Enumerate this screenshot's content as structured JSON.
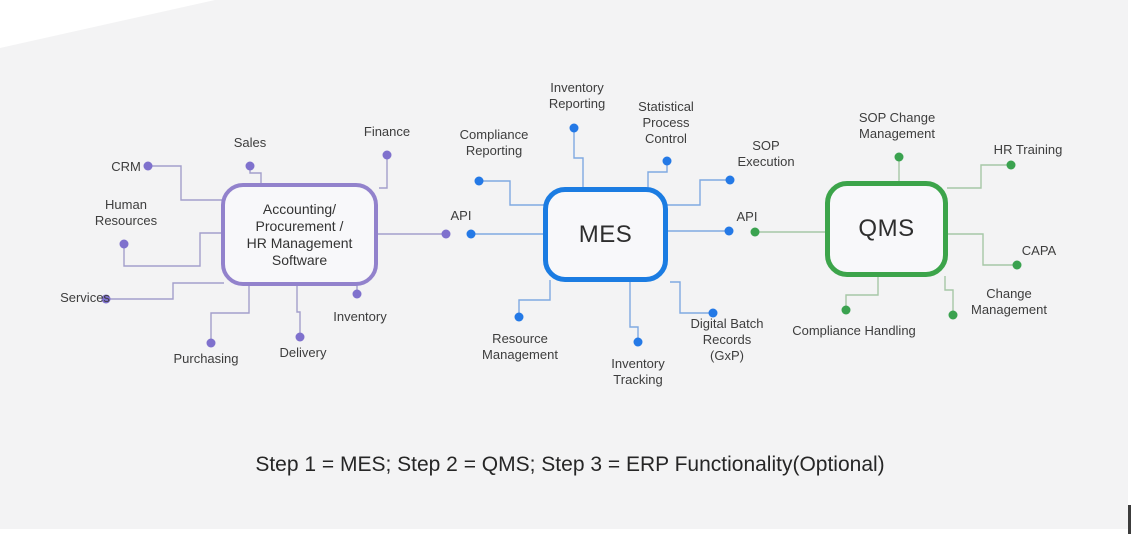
{
  "caption": {
    "text": "Step 1 = MES; Step 2 = QMS; Step 3 = ERP Functionality(Optional)"
  },
  "colors": {
    "background": "#f3f3f4",
    "purple_border": "#9282cc",
    "purple_line": "#a39fcb",
    "purple_dot": "#7f71cd",
    "blue_border": "#1b7ce2",
    "blue_line": "#7fa9e2",
    "blue_dot": "#2479e6",
    "green_border": "#3ca44a",
    "green_line": "#a6c7a6",
    "green_dot": "#3aa24f",
    "label_text": "#3d3d3d",
    "caption_text": "#262626"
  },
  "clusters": {
    "erp": {
      "box_label": "Accounting/\nProcurement /\nHR Management\nSoftware",
      "satellites": {
        "crm": "CRM",
        "sales": "Sales",
        "finance": "Finance",
        "human_resources": "Human\nResources",
        "services": "Services",
        "purchasing": "Purchasing",
        "delivery": "Delivery",
        "inventory": "Inventory"
      }
    },
    "mes": {
      "box_label": "MES",
      "satellites": {
        "inventory_reporting": "Inventory\nReporting",
        "statistical_process_control": "Statistical\nProcess\nControl",
        "compliance_reporting": "Compliance\nReporting",
        "sop_execution": "SOP\nExecution",
        "api_left": "API",
        "api_right": "API",
        "resource_management": "Resource\nManagement",
        "inventory_tracking": "Inventory\nTracking",
        "digital_batch_records": "Digital Batch\nRecords\n(GxP)"
      }
    },
    "qms": {
      "box_label": "QMS",
      "satellites": {
        "sop_change_management": "SOP Change\nManagement",
        "hr_training": "HR Training",
        "capa": "CAPA",
        "change_management": "Change\nManagement",
        "compliance_handling": "Compliance Handling"
      }
    }
  }
}
